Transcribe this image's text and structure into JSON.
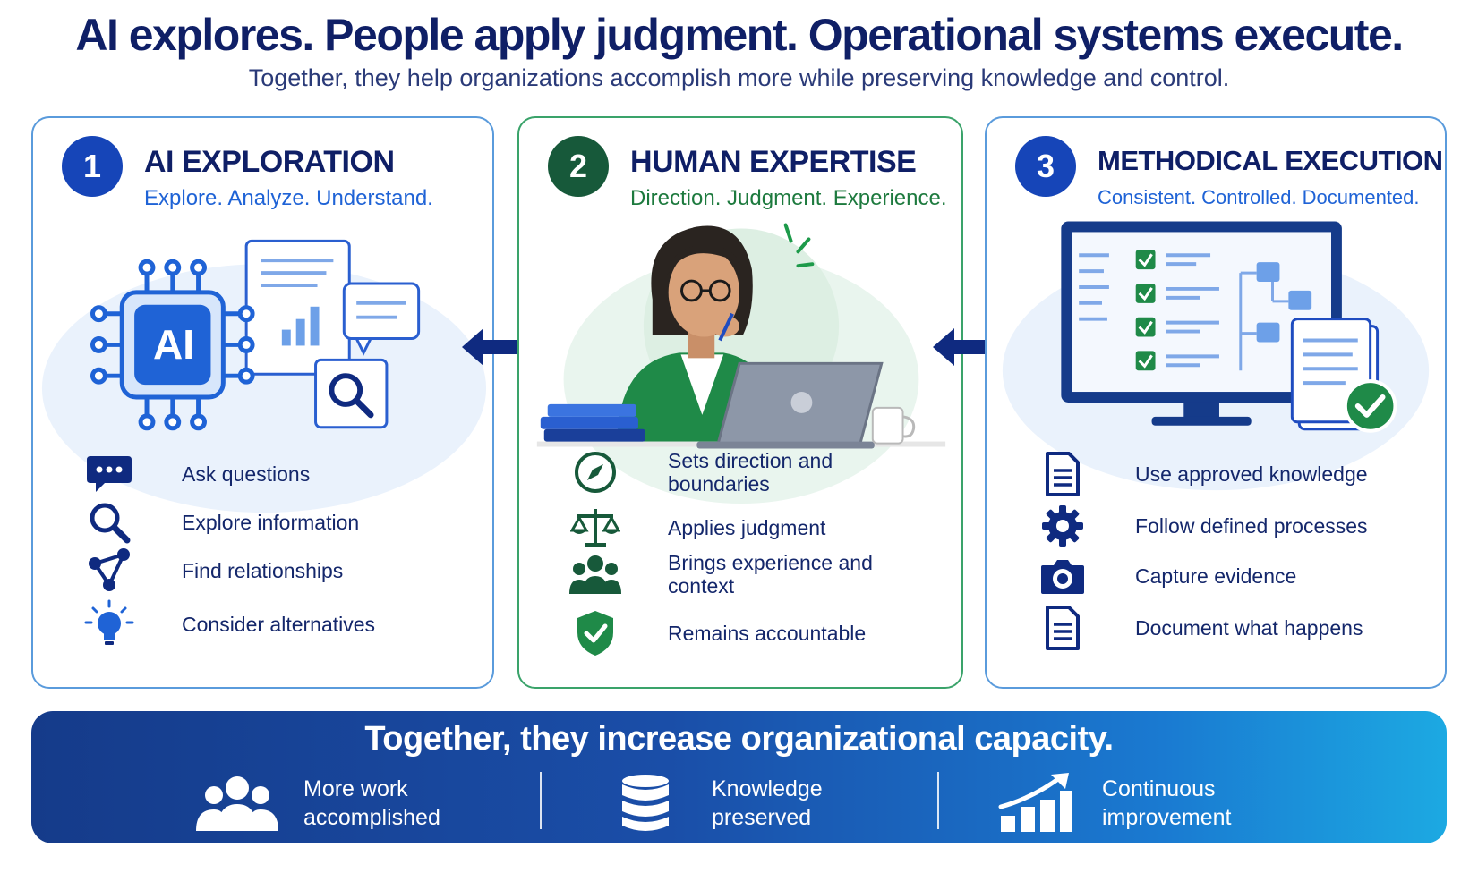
{
  "headline": "AI explores.  People apply judgment. Operational systems execute.",
  "subheadline": "Together, they help organizations accomplish more while preserving knowledge and control.",
  "colors": {
    "navy": "#0f1f66",
    "blue": "#1f63d6",
    "green": "#1d7a3e",
    "banner_start": "#153b8a",
    "banner_end": "#1ca9e2"
  },
  "panels": [
    {
      "number": "1",
      "title": "AI EXPLORATION",
      "subtitle": "Explore. Analyze. Understand.",
      "chip_label": "AI",
      "items": [
        {
          "icon": "chat-bubble-icon",
          "label": "Ask questions"
        },
        {
          "icon": "magnifier-icon",
          "label": "Explore information"
        },
        {
          "icon": "network-nodes-icon",
          "label": "Find relationships"
        },
        {
          "icon": "lightbulb-icon",
          "label": "Consider alternatives"
        }
      ]
    },
    {
      "number": "2",
      "title": "HUMAN EXPERTISE",
      "subtitle": "Direction. Judgment. Experience.",
      "items": [
        {
          "icon": "compass-icon",
          "label": "Sets direction and boundaries"
        },
        {
          "icon": "scales-icon",
          "label": "Applies judgment"
        },
        {
          "icon": "team-icon",
          "label": "Brings experience and context"
        },
        {
          "icon": "shield-check-icon",
          "label": "Remains accountable"
        }
      ]
    },
    {
      "number": "3",
      "title": "METHODICAL EXECUTION",
      "subtitle": "Consistent. Controlled. Documented.",
      "items": [
        {
          "icon": "document-icon",
          "label": "Use approved knowledge"
        },
        {
          "icon": "gear-icon",
          "label": "Follow defined processes"
        },
        {
          "icon": "camera-icon",
          "label": "Capture evidence"
        },
        {
          "icon": "document-icon",
          "label": "Document what happens"
        }
      ]
    }
  ],
  "banner": {
    "title": "Together, they increase organizational capacity.",
    "benefits": [
      {
        "icon": "people-group-icon",
        "label": "More work accomplished"
      },
      {
        "icon": "database-icon",
        "label": "Knowledge preserved"
      },
      {
        "icon": "growth-chart-icon",
        "label": "Continuous improvement"
      }
    ]
  }
}
